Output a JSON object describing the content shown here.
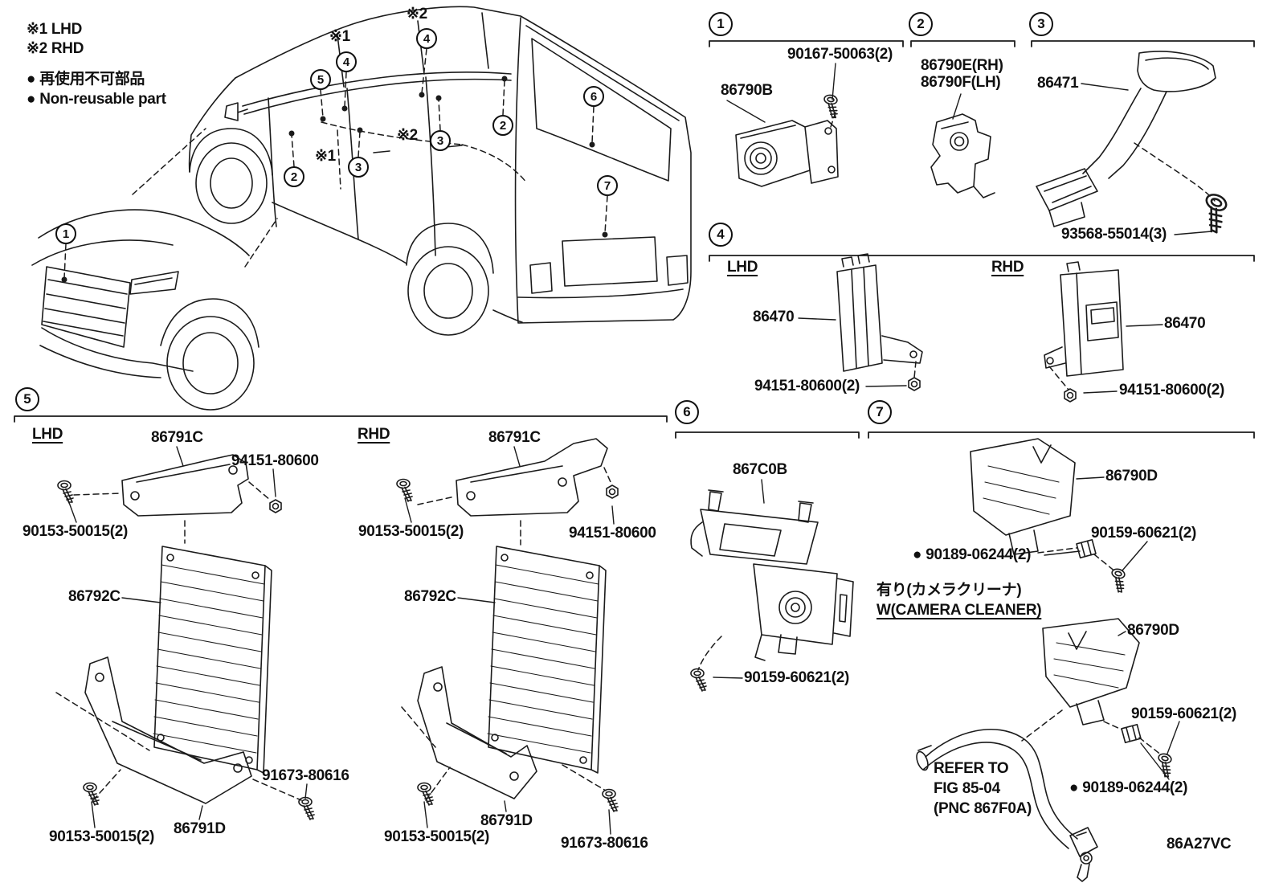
{
  "page": {
    "drawing_code": "86A27VC"
  },
  "legend": {
    "mark1": "※1 LHD",
    "mark2": "※2 RHD",
    "bullet": "●",
    "nonreusable_jp": "再使用不可部品",
    "nonreusable_en": "Non-reusable part"
  },
  "marks": {
    "m2a": "※2",
    "m1a": "※1",
    "m2b": "※2",
    "m1b": "※1"
  },
  "callouts": {
    "c1": "1",
    "c2": "2",
    "c3": "3",
    "c4": "4",
    "c5": "5",
    "c6": "6",
    "c7": "7"
  },
  "s1": {
    "screw": "90167-50063(2)",
    "camera": "86790B"
  },
  "s2": {
    "camera_rh": "86790E(RH)",
    "camera_lh": "86790F(LH)"
  },
  "s3": {
    "duct": "86471",
    "screw": "93568-55014(3)"
  },
  "s4": {
    "lhd": "LHD",
    "rhd": "RHD",
    "unit": "86470",
    "nut": "94151-80600(2)"
  },
  "s5": {
    "lhd": "LHD",
    "rhd": "RHD",
    "bracket_upper": "86791C",
    "nut": "94151-80600",
    "screw_a": "90153-50015(2)",
    "unit": "86792C",
    "screw_b": "91673-80616",
    "bracket_lower": "86791D"
  },
  "s6": {
    "camera": "867C0B",
    "screw": "90159-60621(2)"
  },
  "s7": {
    "bracket": "86790D",
    "screw": "90159-60621(2)",
    "grommet": "90189-06244(2)",
    "note_jp": "有り(カメラクリーナ)",
    "note_en": "W(CAMERA CLEANER)",
    "refer_line1": "REFER TO",
    "refer_line2": "FIG 85-04",
    "refer_line3": "(PNC 867F0A)"
  }
}
